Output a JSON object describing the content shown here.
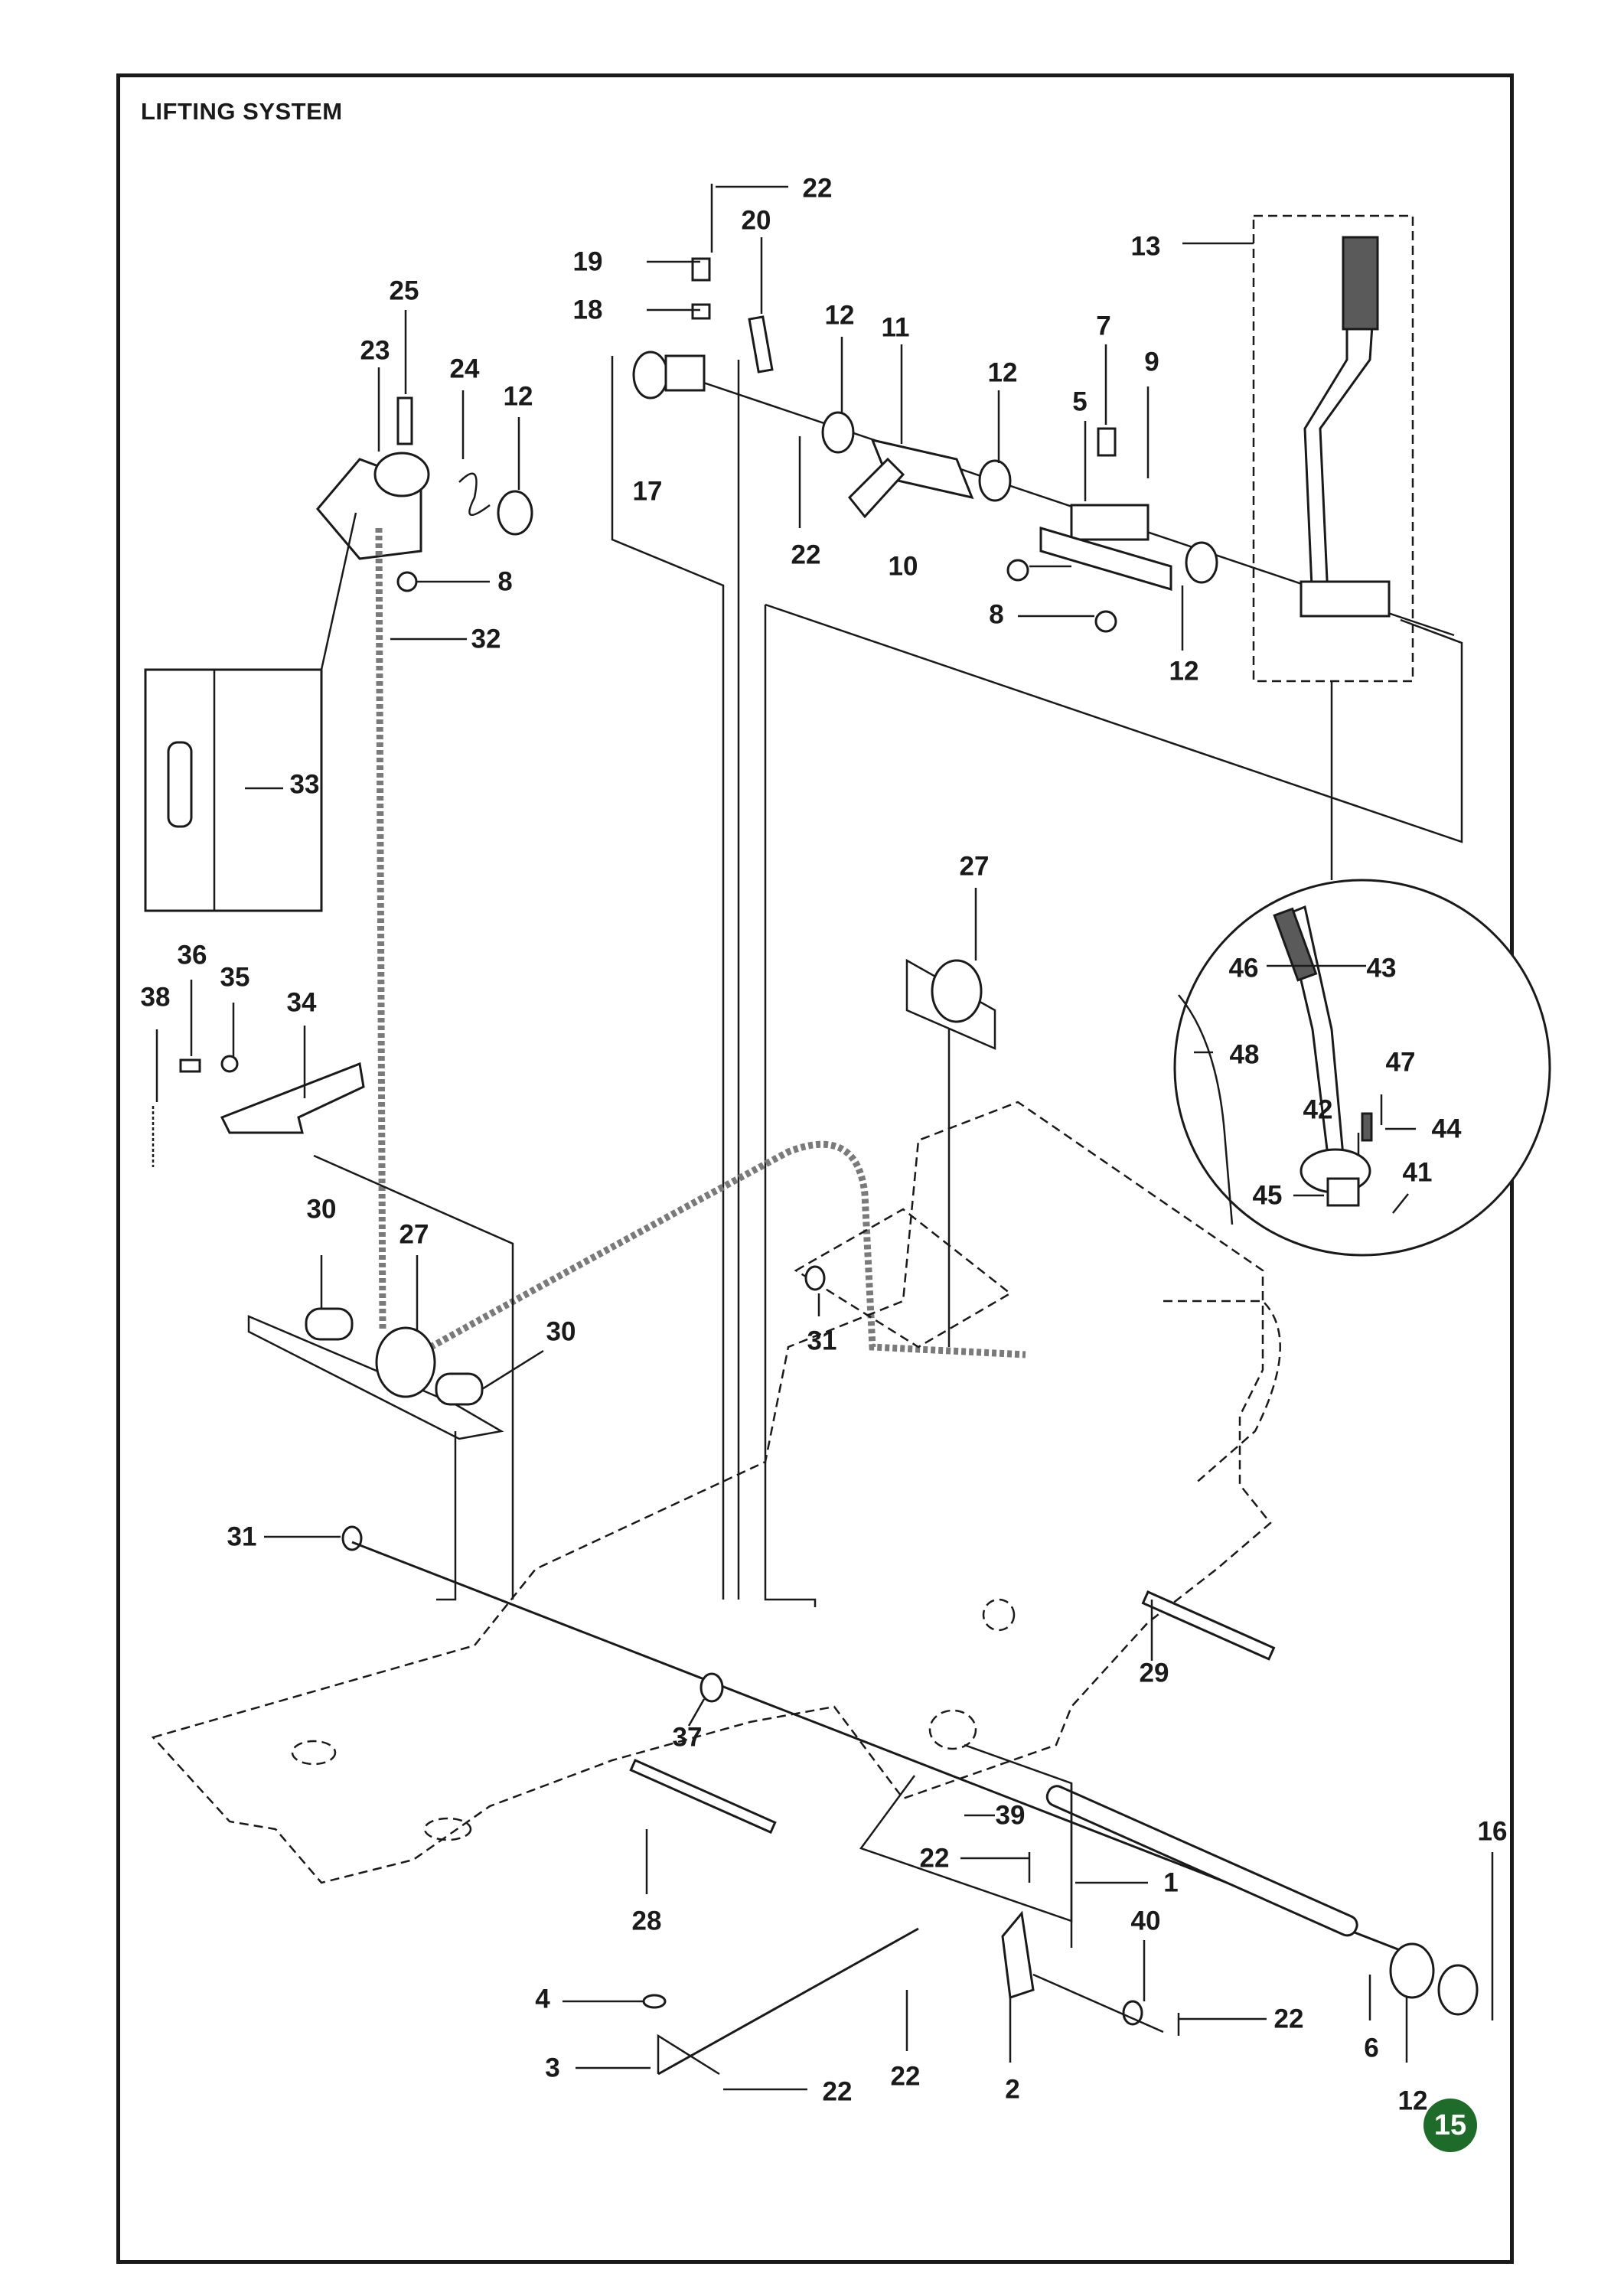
{
  "header": {
    "title": "LIFTING SYSTEM"
  },
  "page": {
    "badge": "15"
  },
  "callouts": [
    "22",
    "20",
    "19",
    "18",
    "12",
    "11",
    "12",
    "7",
    "9",
    "5",
    "13",
    "25",
    "23",
    "24",
    "12",
    "17",
    "22",
    "10",
    "8",
    "12",
    "8",
    "32",
    "33",
    "36",
    "35",
    "34",
    "38",
    "46",
    "43",
    "48",
    "47",
    "42",
    "44",
    "41",
    "45",
    "27",
    "30",
    "27",
    "30",
    "31",
    "31",
    "29",
    "37",
    "39",
    "22",
    "1",
    "16",
    "28",
    "40",
    "4",
    "22",
    "3",
    "22",
    "22",
    "2",
    "6",
    "12"
  ],
  "colors": {
    "ink": "#1a1a1a",
    "badge": "#1f6b2a",
    "chain": "#7a7a7a"
  }
}
